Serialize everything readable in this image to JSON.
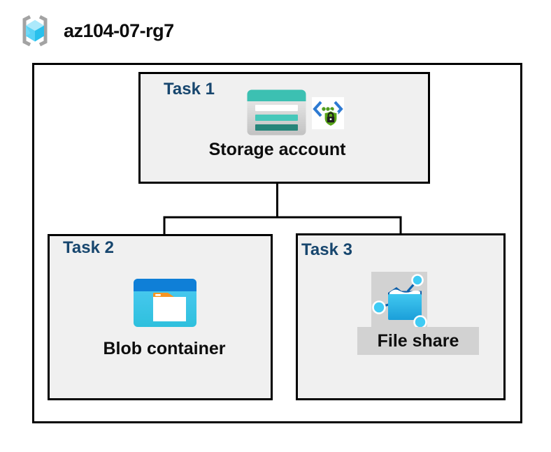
{
  "resource_group": {
    "label": "az104-07-rg7",
    "icon": "resource-group-brackets-cube-icon"
  },
  "tasks": [
    {
      "label": "Task 1",
      "resource": "Storage account",
      "icons": [
        "storage-account-icon",
        "secure-endpoint-lock-icon"
      ]
    },
    {
      "label": "Task 2",
      "resource": "Blob container",
      "icons": [
        "blob-container-icon"
      ]
    },
    {
      "label": "Task 3",
      "resource": "File share",
      "icons": [
        "file-share-icon"
      ]
    }
  ],
  "connections": [
    {
      "from": "Storage account",
      "to": "Blob container"
    },
    {
      "from": "Storage account",
      "to": "File share"
    }
  ],
  "colors": {
    "task_label": "#17466e",
    "box_fill": "#f0f0f0",
    "border": "#000000",
    "highlight_gray": "#d2d2d2",
    "storage_teal": "#3cc0b2",
    "storage_teal_dark": "#26857a",
    "blob_bar_blue": "#0f7fd7",
    "cyan": "#35c4ef",
    "shield_green": "#58a618",
    "bracket_blue": "#2d7ad2"
  }
}
